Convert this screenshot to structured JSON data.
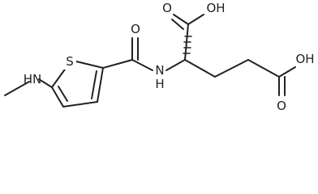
{
  "molecule": {
    "atoms": {
      "ring_sulfur": "S",
      "amine_nitrogen": "HN",
      "amide_oxygen": "O",
      "amide_nitrogen": "N",
      "amide_hydrogen": "H",
      "alpha_acid_oxygen": "O",
      "alpha_acid_hydroxyl": "OH",
      "side_acid_hydroxyl": "OH",
      "side_acid_oxygen": "O"
    }
  }
}
